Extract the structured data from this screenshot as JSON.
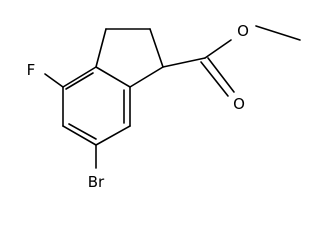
{
  "diagram": {
    "type": "chemical-structure",
    "atoms": {
      "fluorine": "F",
      "bromine": "Br",
      "oxygen_carbonyl": "O",
      "oxygen_ester": "O"
    },
    "colors": {
      "bond": "#000000",
      "label": "#000000",
      "background": "#ffffff"
    }
  }
}
